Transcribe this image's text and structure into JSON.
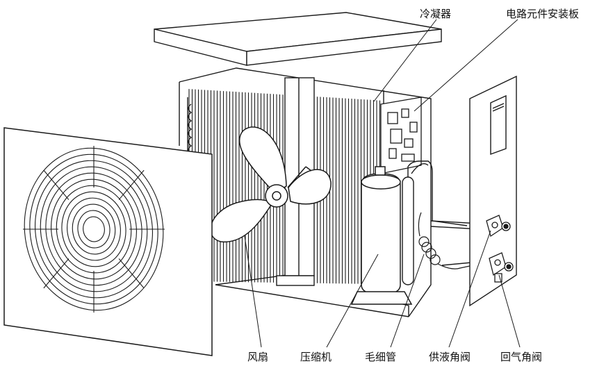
{
  "labels": {
    "condenser": "冷凝器",
    "circuit_board": "电路元件安装板",
    "fan": "风扇",
    "compressor": "压缩机",
    "capillary_tube": "毛细管",
    "supply_valve": "供液角阀",
    "return_valve": "回气角阀"
  },
  "colors": {
    "line": "#1a1a1a",
    "background": "#ffffff",
    "panel": "#f7f7f7"
  }
}
